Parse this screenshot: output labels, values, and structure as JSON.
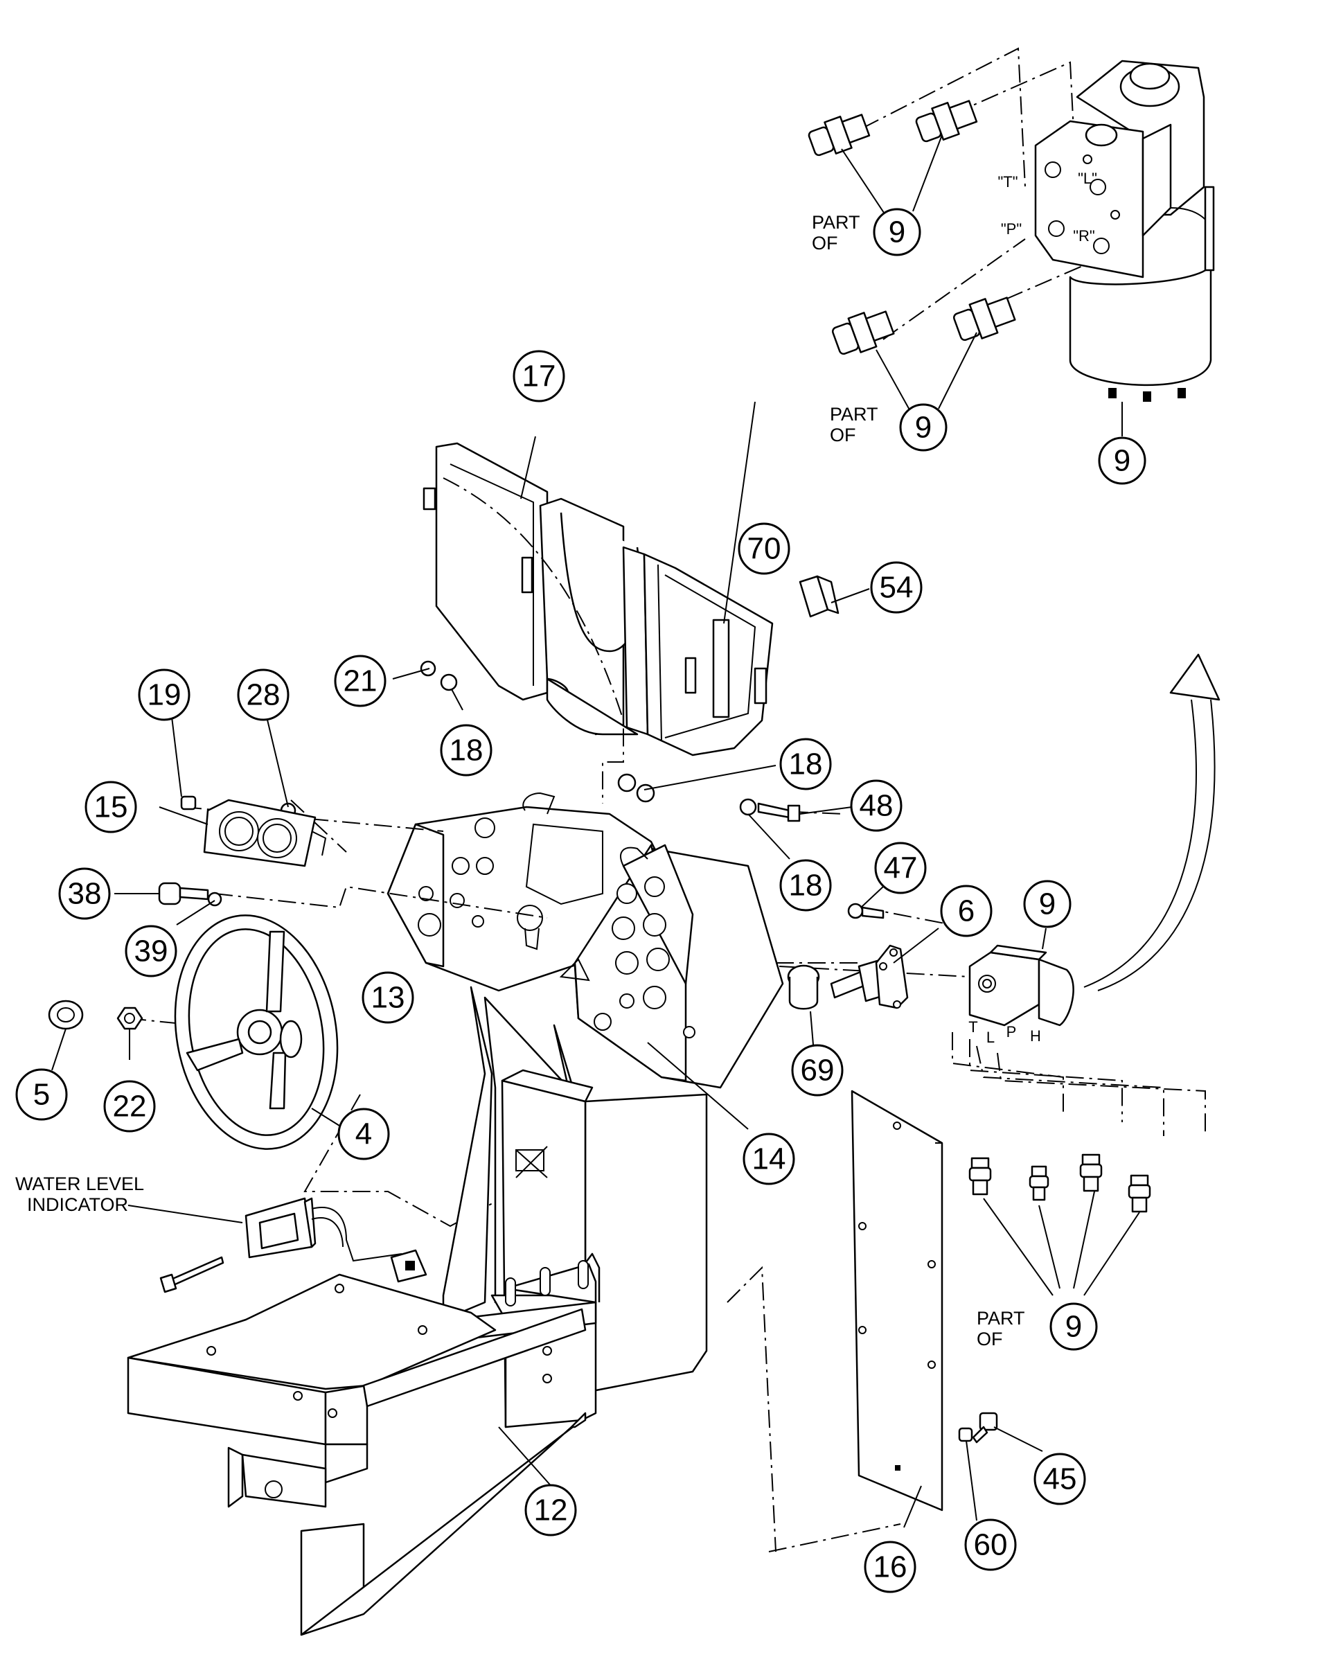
{
  "callouts": [
    {
      "id": "c9-top-fittings",
      "label": "9"
    },
    {
      "id": "c9-lower-fittings",
      "label": "9"
    },
    {
      "id": "c9-steering-unit-top",
      "label": "9"
    },
    {
      "id": "c9-steering-unit-mid",
      "label": "9"
    },
    {
      "id": "c9-bottom-fittings",
      "label": "9"
    },
    {
      "id": "c17",
      "label": "17"
    },
    {
      "id": "c70",
      "label": "70"
    },
    {
      "id": "c54",
      "label": "54"
    },
    {
      "id": "c21",
      "label": "21"
    },
    {
      "id": "c18-a",
      "label": "18"
    },
    {
      "id": "c18-b",
      "label": "18"
    },
    {
      "id": "c18-c",
      "label": "18"
    },
    {
      "id": "c48",
      "label": "48"
    },
    {
      "id": "c47",
      "label": "47"
    },
    {
      "id": "c6",
      "label": "6"
    },
    {
      "id": "c19",
      "label": "19"
    },
    {
      "id": "c28",
      "label": "28"
    },
    {
      "id": "c15",
      "label": "15"
    },
    {
      "id": "c38",
      "label": "38"
    },
    {
      "id": "c39",
      "label": "39"
    },
    {
      "id": "c13",
      "label": "13"
    },
    {
      "id": "c5",
      "label": "5"
    },
    {
      "id": "c22",
      "label": "22"
    },
    {
      "id": "c4",
      "label": "4"
    },
    {
      "id": "c14",
      "label": "14"
    },
    {
      "id": "c69",
      "label": "69"
    },
    {
      "id": "c12",
      "label": "12"
    },
    {
      "id": "c16",
      "label": "16"
    },
    {
      "id": "c60",
      "label": "60"
    },
    {
      "id": "c45",
      "label": "45"
    }
  ],
  "text_labels": {
    "part_of": "PART",
    "of": "OF",
    "water_level_line1": "WATER LEVEL",
    "water_level_line2": "INDICATOR"
  },
  "port_labels": {
    "t": "\"T\"",
    "l": "\"L\"",
    "p": "\"P\"",
    "r": "\"R\"",
    "small_t": "T",
    "small_l": "L",
    "small_p": "P",
    "small_h": "H"
  },
  "colors": {
    "ink": "#000000",
    "paper": "#ffffff"
  }
}
